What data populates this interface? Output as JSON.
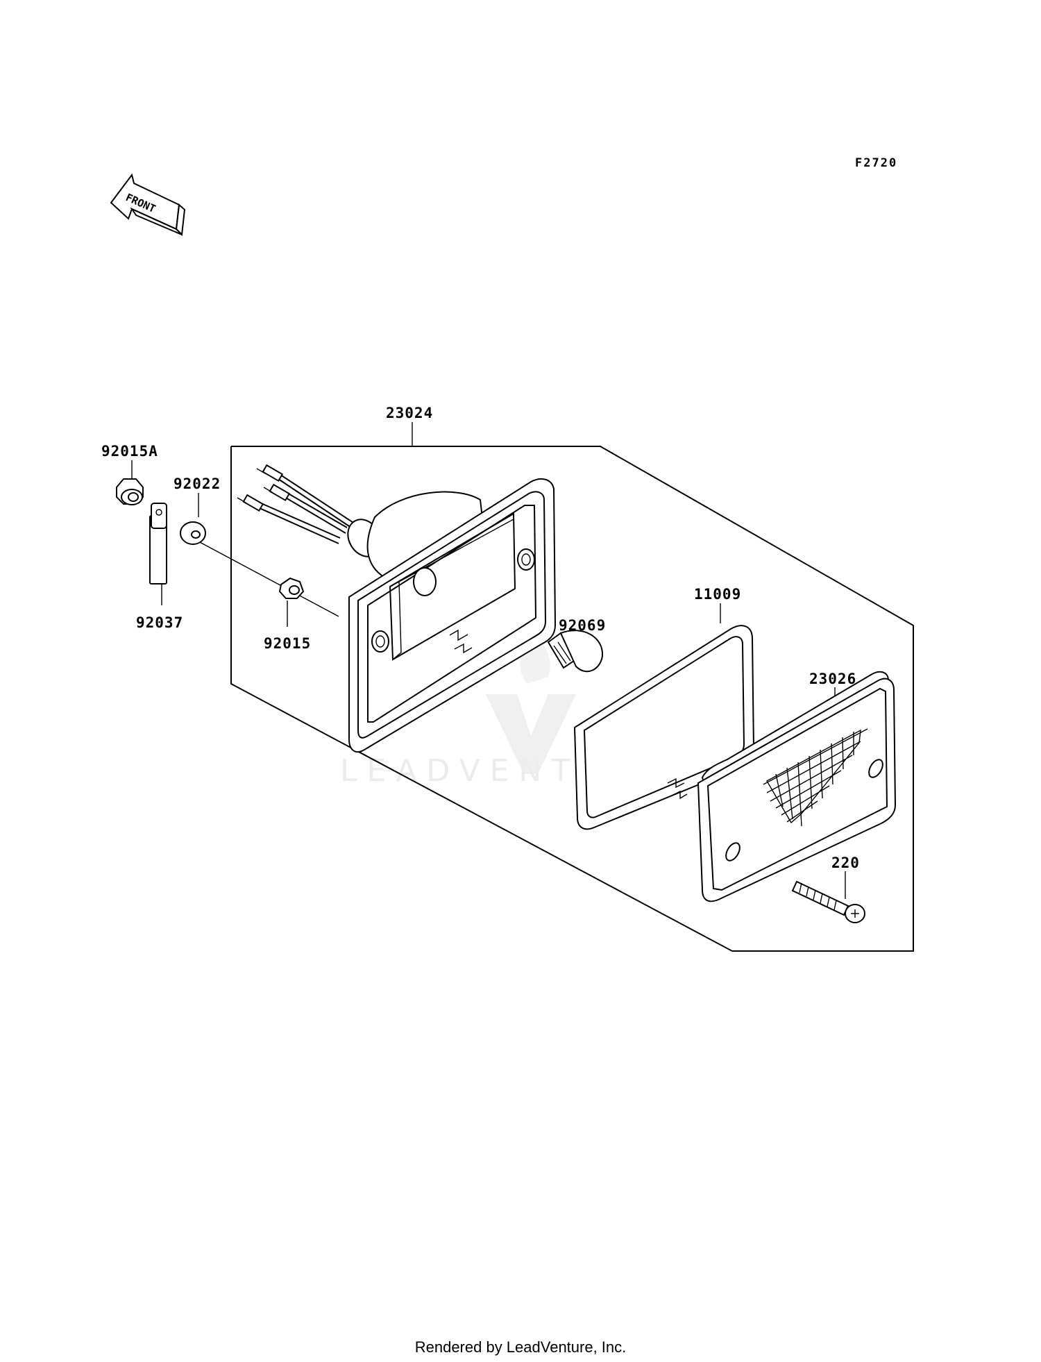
{
  "figure_code": "F2720",
  "front_label": "FRONT",
  "watermark": "LEADVENTURE",
  "footer": "Rendered by LeadVenture, Inc.",
  "parts": {
    "tail_lamp_assy": "23024",
    "nut_flange": "92015A",
    "washer": "92022",
    "band": "92037",
    "nut": "92015",
    "bulb": "92069",
    "gasket": "11009",
    "lens": "23026",
    "screw": "220"
  }
}
